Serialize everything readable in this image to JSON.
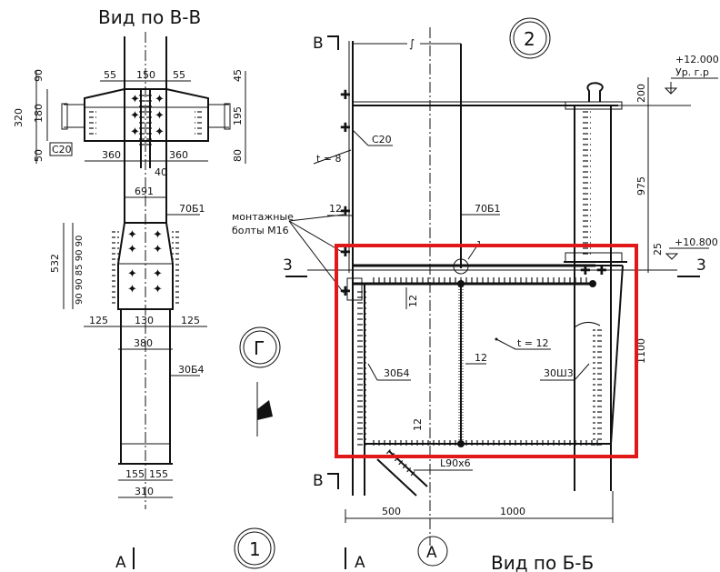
{
  "colors": {
    "line": "#111111",
    "highlight": "#e01818",
    "background": "#ffffff"
  },
  "view_titles": {
    "view_vv": "Вид по В-В",
    "view_bb": "Вид по Б-Б"
  },
  "node_markers": {
    "n2": "2",
    "n1": "1",
    "g": "Г",
    "a": "А"
  },
  "section_marks": {
    "a_left": "А",
    "a_right": "А",
    "b_top": "В",
    "b_bottom": "В",
    "three_left": "3",
    "three_right": "3"
  },
  "profiles": {
    "c20_left": "С20",
    "c20_right": "С20",
    "b70": "70Б1",
    "b70_right": "70Б1",
    "b30": "30Б4",
    "b30_right": "30Б4",
    "sh30": "30Ш3",
    "angle": "L90х6"
  },
  "notes": {
    "thickness8": "t = 8",
    "thickness12": "t = 12",
    "bolts_line1": "монтажные",
    "bolts_line2": "болты М16"
  },
  "elevations": {
    "top": "+12.000",
    "top_sub": "Ур. г.р",
    "mid": "+10.800"
  },
  "dims_left": {
    "d90": "90",
    "d320": "320",
    "d180": "180",
    "d50": "50",
    "d55a": "55",
    "d150": "150",
    "d55b": "55",
    "d45": "45",
    "d195": "195",
    "d80": "80",
    "d360a": "360",
    "d360b": "360",
    "d40": "40",
    "d691": "691",
    "d532": "532",
    "d_stack": "90 90 85 90 90",
    "d125a": "125",
    "d130": "130",
    "d125b": "125",
    "d380": "380",
    "d155a": "155",
    "d155b": "155",
    "d310": "310"
  },
  "dims_right": {
    "d12top": "12",
    "d200": "200",
    "d975": "975",
    "d25": "25",
    "d12a": "12",
    "d12b": "12",
    "d12c": "12",
    "d1100": "1100",
    "d500": "500",
    "d1000": "1000",
    "d1": "1"
  }
}
